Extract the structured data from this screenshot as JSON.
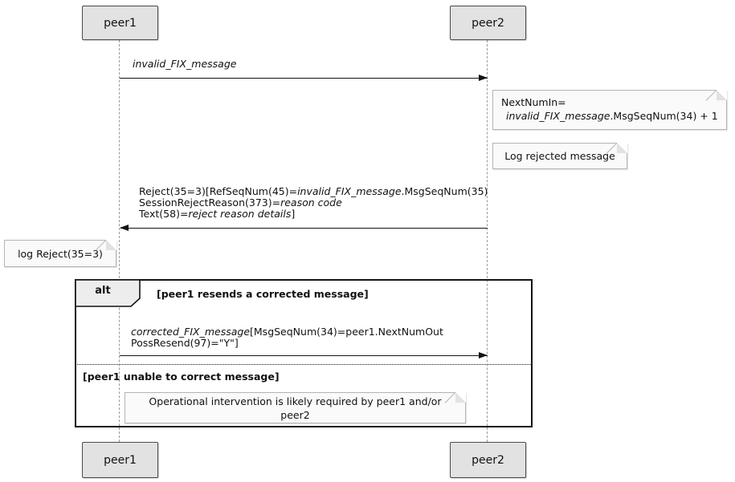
{
  "diagram_type": "uml-sequence",
  "participants": {
    "left": "peer1",
    "right": "peer2"
  },
  "message_invalid": {
    "label": "invalid_FIX_message"
  },
  "note_nextnum": {
    "line1": "NextNumIn=",
    "line2_italic": "invalid_FIX_message",
    "line2_rest": ".MsgSeqNum(34) + 1"
  },
  "note_log_rejected": {
    "text": "Log rejected message"
  },
  "message_reject": {
    "l1_a": "Reject(35=3)[RefSeqNum(45)=",
    "l1_b": "invalid_FIX_message",
    "l1_c": ".MsgSeqNum(35)",
    "l2_a": "SessionRejectReason(373)=",
    "l2_b": "reason code",
    "l3_a": "Text(58)=",
    "l3_b": "reject reason details",
    "l3_c": "]"
  },
  "note_log_reject": {
    "text": "log Reject(35=3)"
  },
  "alt_frame": {
    "keyword": "alt",
    "guard_resend": "[peer1 resends a corrected message]",
    "guard_unable": "[peer1 unable to correct message]"
  },
  "message_corrected": {
    "l1_a": "corrected_FIX_message",
    "l1_b": "[MsgSeqNum(34)=peer1.NextNumOut",
    "l2": "PossResend(97)=\"Y\"]"
  },
  "note_operational": {
    "text": "Operational intervention is likely required by peer1 and/or peer2"
  },
  "colors": {
    "participant_fill": "#e2e2e2",
    "participant_border": "#4a4a4a",
    "note_fill": "#fafafa",
    "note_border": "#b4b4b4",
    "frame_border": "#141414",
    "pentagon_fill": "#ededed",
    "lifeline": "#9a9a9a",
    "arrow": "#141414",
    "text": "#111111"
  }
}
